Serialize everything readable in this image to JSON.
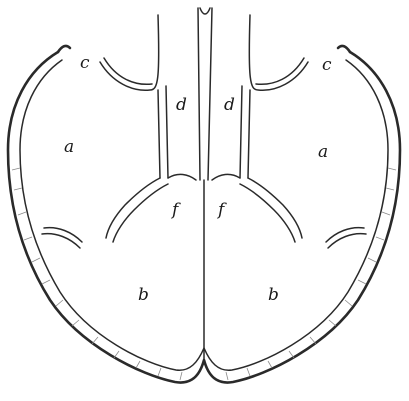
{
  "figure": {
    "labels": {
      "a_left": "a",
      "a_right": "a",
      "b_left": "b",
      "b_right": "b",
      "c_left": "c",
      "c_right": "c",
      "d_left": "d",
      "d_right": "d",
      "f_left": "f",
      "f_right": "f"
    }
  }
}
